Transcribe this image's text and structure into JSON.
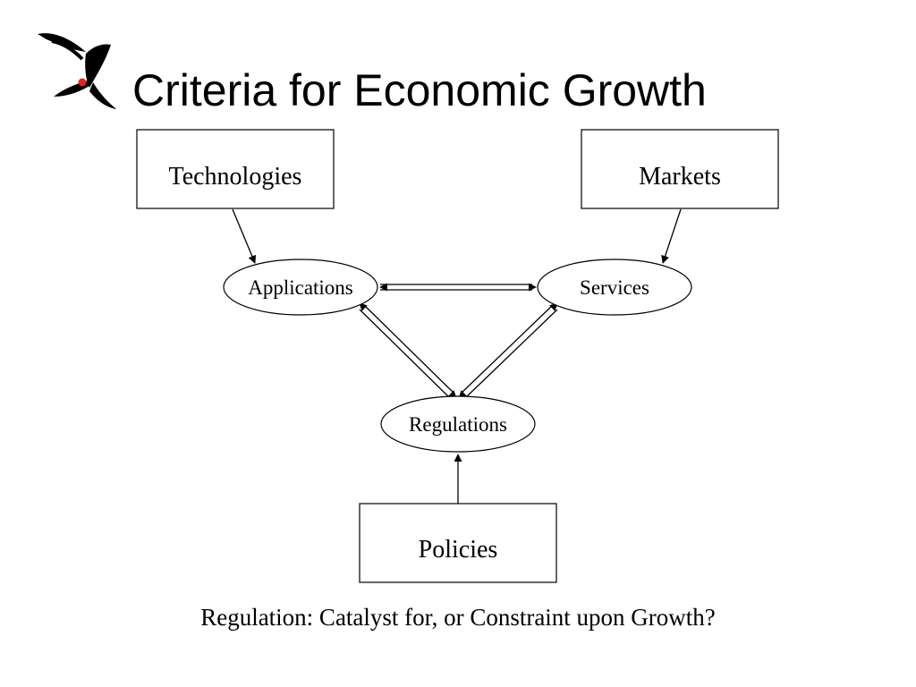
{
  "slide": {
    "title": "Criteria for Economic Growth",
    "caption": "Regulation: Catalyst for, or Constraint upon Growth?"
  },
  "logo": {
    "icon": "swallow-logo-icon",
    "accent_color": "#d42a2a"
  },
  "nodes": {
    "technologies": "Technologies",
    "markets": "Markets",
    "applications": "Applications",
    "services": "Services",
    "regulations": "Regulations",
    "policies": "Policies"
  },
  "edges": [
    {
      "from": "technologies",
      "to": "applications",
      "kind": "single-arrow"
    },
    {
      "from": "markets",
      "to": "services",
      "kind": "single-arrow"
    },
    {
      "from": "applications",
      "to": "services",
      "kind": "double-line-bidirectional"
    },
    {
      "from": "applications",
      "to": "regulations",
      "kind": "double-line-bidirectional"
    },
    {
      "from": "services",
      "to": "regulations",
      "kind": "double-line-bidirectional"
    },
    {
      "from": "policies",
      "to": "regulations",
      "kind": "single-arrow"
    }
  ]
}
